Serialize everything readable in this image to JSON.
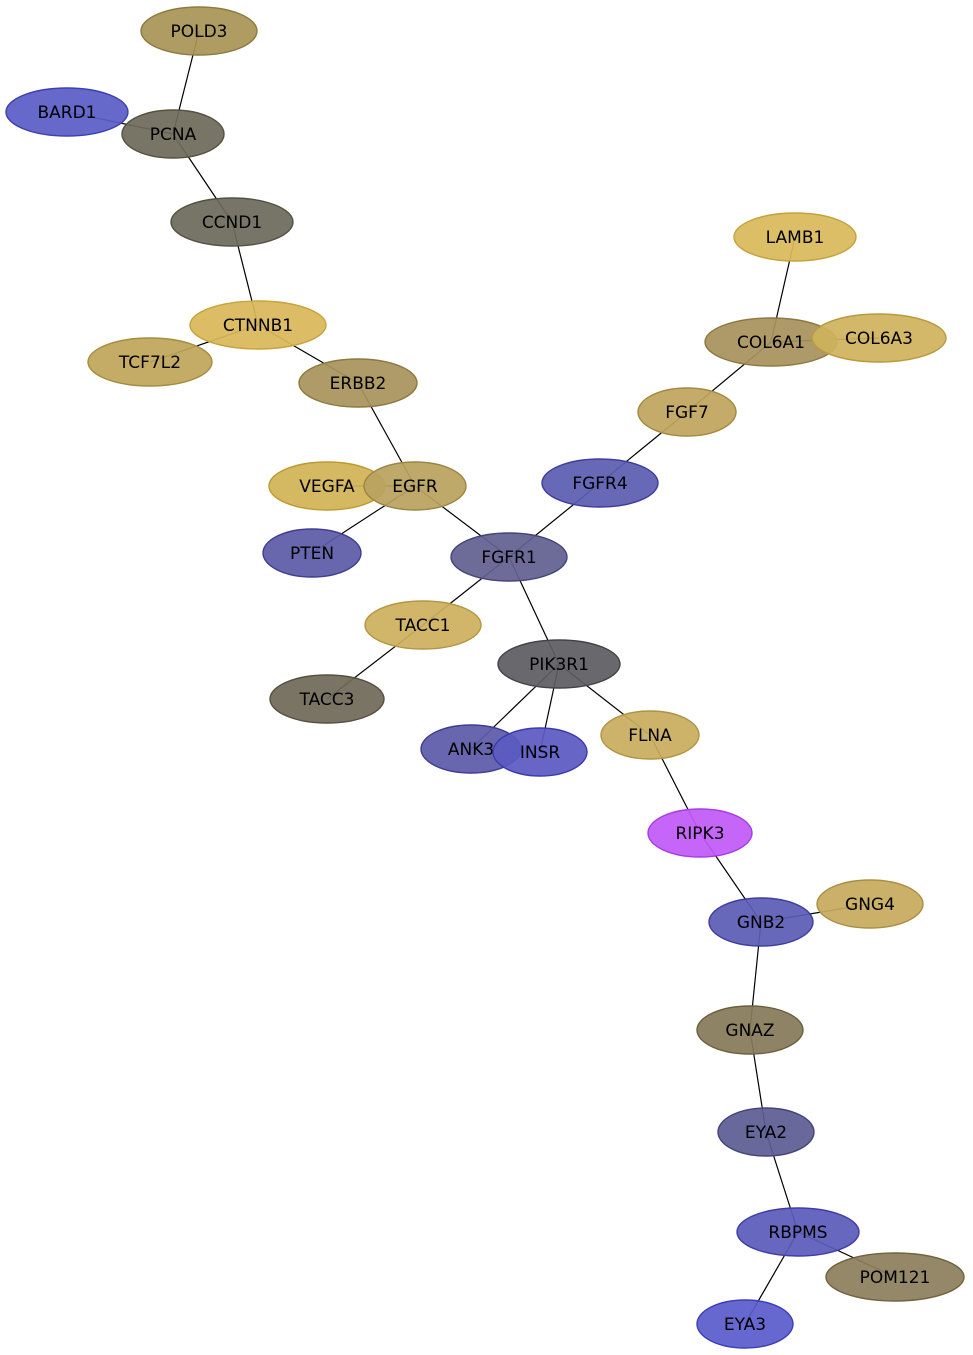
{
  "nodes": [
    {
      "id": "POLD3",
      "label": "POLD3",
      "fill": "#a89457",
      "stroke": "#8c7b3f"
    },
    {
      "id": "BARD1",
      "label": "BARD1",
      "fill": "#5a5cc6",
      "stroke": "#3c3fb0"
    },
    {
      "id": "PCNA",
      "label": "PCNA",
      "fill": "#6e6b5b",
      "stroke": "#55523f"
    },
    {
      "id": "CCND1",
      "label": "CCND1",
      "fill": "#6d6b5c",
      "stroke": "#535240"
    },
    {
      "id": "CTNNB1",
      "label": "CTNNB1",
      "fill": "#d9b85a",
      "stroke": "#c7a33a"
    },
    {
      "id": "TCF7L2",
      "label": "TCF7L2",
      "fill": "#bfa55a",
      "stroke": "#a68c3b"
    },
    {
      "id": "ERBB2",
      "label": "ERBB2",
      "fill": "#a9935c",
      "stroke": "#8d783f"
    },
    {
      "id": "VEGFA",
      "label": "VEGFA",
      "fill": "#d2b356",
      "stroke": "#bd9a30"
    },
    {
      "id": "EGFR",
      "label": "EGFR",
      "fill": "#b9a260",
      "stroke": "#9c8543"
    },
    {
      "id": "PTEN",
      "label": "PTEN",
      "fill": "#5c5ba8",
      "stroke": "#3e3d92"
    },
    {
      "id": "FGFR1",
      "label": "FGFR1",
      "fill": "#626191",
      "stroke": "#45447a"
    },
    {
      "id": "FGFR4",
      "label": "FGFR4",
      "fill": "#5b5cb0",
      "stroke": "#3d3e9b"
    },
    {
      "id": "FGF7",
      "label": "FGF7",
      "fill": "#bfa55e",
      "stroke": "#a38a40"
    },
    {
      "id": "COL6A1",
      "label": "COL6A1",
      "fill": "#a8925c",
      "stroke": "#8c773f"
    },
    {
      "id": "COL6A3",
      "label": "COL6A3",
      "fill": "#cfb35c",
      "stroke": "#b89a3c"
    },
    {
      "id": "LAMB1",
      "label": "LAMB1",
      "fill": "#d9b95b",
      "stroke": "#c4a23b"
    },
    {
      "id": "TACC1",
      "label": "TACC1",
      "fill": "#cdb05f",
      "stroke": "#b49541"
    },
    {
      "id": "TACC3",
      "label": "TACC3",
      "fill": "#706958",
      "stroke": "#56503f"
    },
    {
      "id": "PIK3R1",
      "label": "PIK3R1",
      "fill": "#5c5c62",
      "stroke": "#434349"
    },
    {
      "id": "ANK3",
      "label": "ANK3",
      "fill": "#5b5aa9",
      "stroke": "#3e3d93"
    },
    {
      "id": "INSR",
      "label": "INSR",
      "fill": "#5b5ac2",
      "stroke": "#3c3bae"
    },
    {
      "id": "FLNA",
      "label": "FLNA",
      "fill": "#c9ad5e",
      "stroke": "#af9340"
    },
    {
      "id": "RIPK3",
      "label": "RIPK3",
      "fill": "#c25af7",
      "stroke": "#a93ae6"
    },
    {
      "id": "GNB2",
      "label": "GNB2",
      "fill": "#5b5cb5",
      "stroke": "#3d3ea0"
    },
    {
      "id": "GNG4",
      "label": "GNG4",
      "fill": "#c6aa5e",
      "stroke": "#ab8f40"
    },
    {
      "id": "GNAZ",
      "label": "GNAZ",
      "fill": "#877a59",
      "stroke": "#6b5f3d"
    },
    {
      "id": "EYA2",
      "label": "EYA2",
      "fill": "#5e5d92",
      "stroke": "#43427c"
    },
    {
      "id": "RBPMS",
      "label": "RBPMS",
      "fill": "#5b5bba",
      "stroke": "#3d3da5"
    },
    {
      "id": "POM121",
      "label": "POM121",
      "fill": "#8d7f5c",
      "stroke": "#71633f"
    },
    {
      "id": "EYA3",
      "label": "EYA3",
      "fill": "#5a5ccc",
      "stroke": "#3c3eb8"
    }
  ],
  "edges": [
    [
      "POLD3",
      "PCNA"
    ],
    [
      "BARD1",
      "PCNA"
    ],
    [
      "PCNA",
      "CCND1"
    ],
    [
      "CCND1",
      "CTNNB1"
    ],
    [
      "CTNNB1",
      "TCF7L2"
    ],
    [
      "CTNNB1",
      "ERBB2"
    ],
    [
      "ERBB2",
      "EGFR"
    ],
    [
      "VEGFA",
      "EGFR"
    ],
    [
      "EGFR",
      "PTEN"
    ],
    [
      "EGFR",
      "FGFR1"
    ],
    [
      "FGFR1",
      "FGFR4"
    ],
    [
      "FGFR4",
      "FGF7"
    ],
    [
      "FGF7",
      "COL6A1"
    ],
    [
      "COL6A1",
      "LAMB1"
    ],
    [
      "COL6A1",
      "COL6A3"
    ],
    [
      "FGFR1",
      "TACC1"
    ],
    [
      "TACC1",
      "TACC3"
    ],
    [
      "FGFR1",
      "PIK3R1"
    ],
    [
      "PIK3R1",
      "ANK3"
    ],
    [
      "PIK3R1",
      "INSR"
    ],
    [
      "PIK3R1",
      "FLNA"
    ],
    [
      "FLNA",
      "RIPK3"
    ],
    [
      "RIPK3",
      "GNB2"
    ],
    [
      "GNB2",
      "GNG4"
    ],
    [
      "GNB2",
      "GNAZ"
    ],
    [
      "GNAZ",
      "EYA2"
    ],
    [
      "EYA2",
      "RBPMS"
    ],
    [
      "RBPMS",
      "POM121"
    ],
    [
      "RBPMS",
      "EYA3"
    ]
  ]
}
